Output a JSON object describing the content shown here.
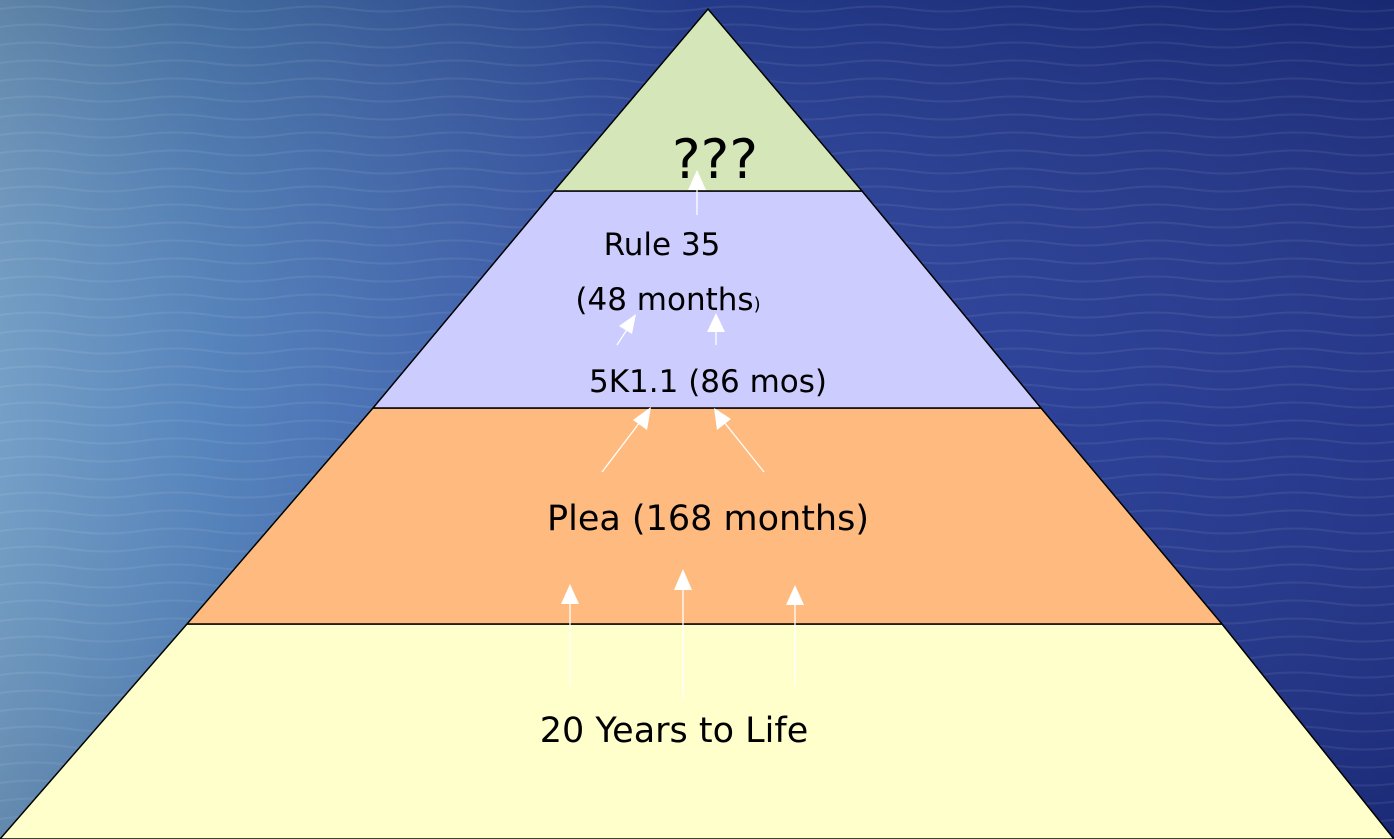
{
  "diagram": {
    "tiers": [
      {
        "id": "top",
        "label": "???",
        "color": "#d5e7b8"
      },
      {
        "id": "second",
        "label_line1": "Rule 35",
        "label_line2": "(48 months",
        "label_line2_suffix": ")",
        "label_line3": "5K1.1 (86 mos)",
        "color": "#ccccff"
      },
      {
        "id": "third",
        "label": "Plea (168 months)",
        "color": "#ffbb7f"
      },
      {
        "id": "base",
        "label": "20 Years to Life",
        "color": "#ffffcc"
      }
    ],
    "background": {
      "sea_dark": "#1d2f86",
      "sea_mid": "#3a5cad",
      "sea_light": "#6f9bc4"
    },
    "outline_color": "#000000",
    "arrow_color": "#ffffff"
  }
}
